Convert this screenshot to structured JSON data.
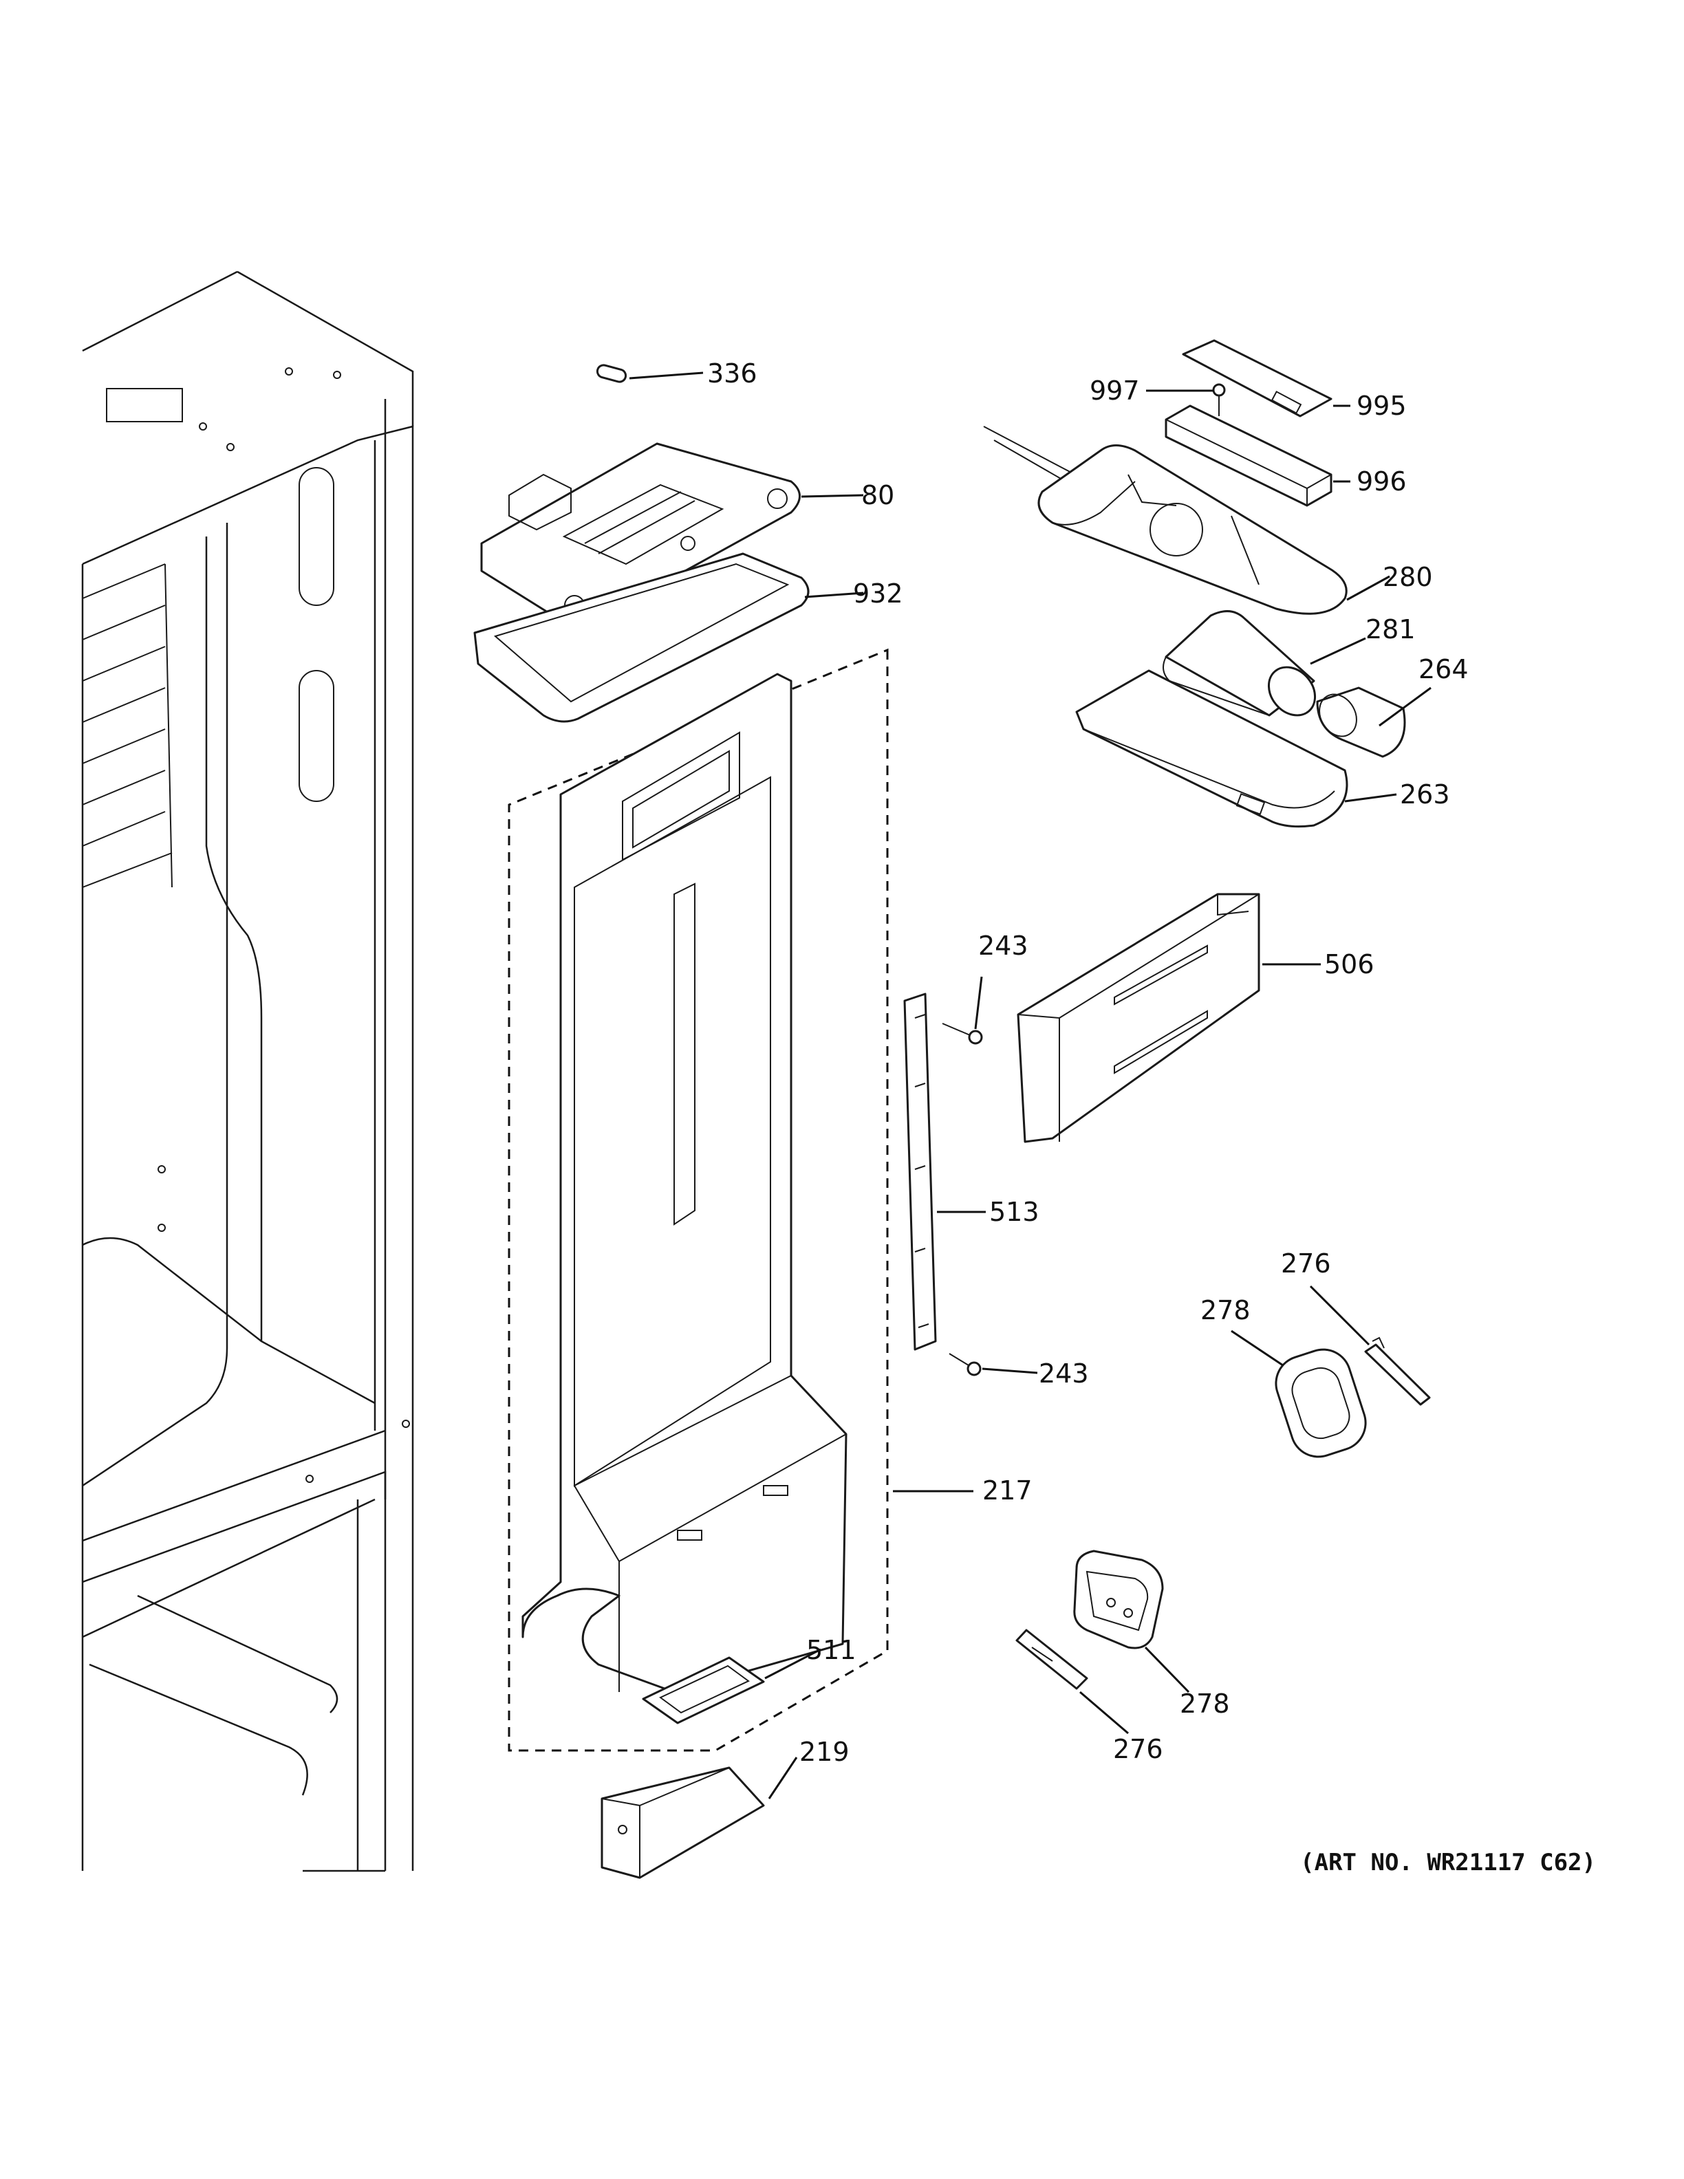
{
  "art_number": "(ART NO. WR21117 C62)",
  "callouts": [
    {
      "id": "c336",
      "label": "336"
    },
    {
      "id": "c80",
      "label": "80"
    },
    {
      "id": "c932",
      "label": "932"
    },
    {
      "id": "c997",
      "label": "997"
    },
    {
      "id": "c995",
      "label": "995"
    },
    {
      "id": "c996",
      "label": "996"
    },
    {
      "id": "c280",
      "label": "280"
    },
    {
      "id": "c281",
      "label": "281"
    },
    {
      "id": "c264",
      "label": "264"
    },
    {
      "id": "c263",
      "label": "263"
    },
    {
      "id": "c506",
      "label": "506"
    },
    {
      "id": "c243a",
      "label": "243"
    },
    {
      "id": "c513",
      "label": "513"
    },
    {
      "id": "c243b",
      "label": "243"
    },
    {
      "id": "c276a",
      "label": "276"
    },
    {
      "id": "c278a",
      "label": "278"
    },
    {
      "id": "c217",
      "label": "217"
    },
    {
      "id": "c511",
      "label": "511"
    },
    {
      "id": "c219",
      "label": "219"
    },
    {
      "id": "c278b",
      "label": "278"
    },
    {
      "id": "c276b",
      "label": "276"
    }
  ]
}
